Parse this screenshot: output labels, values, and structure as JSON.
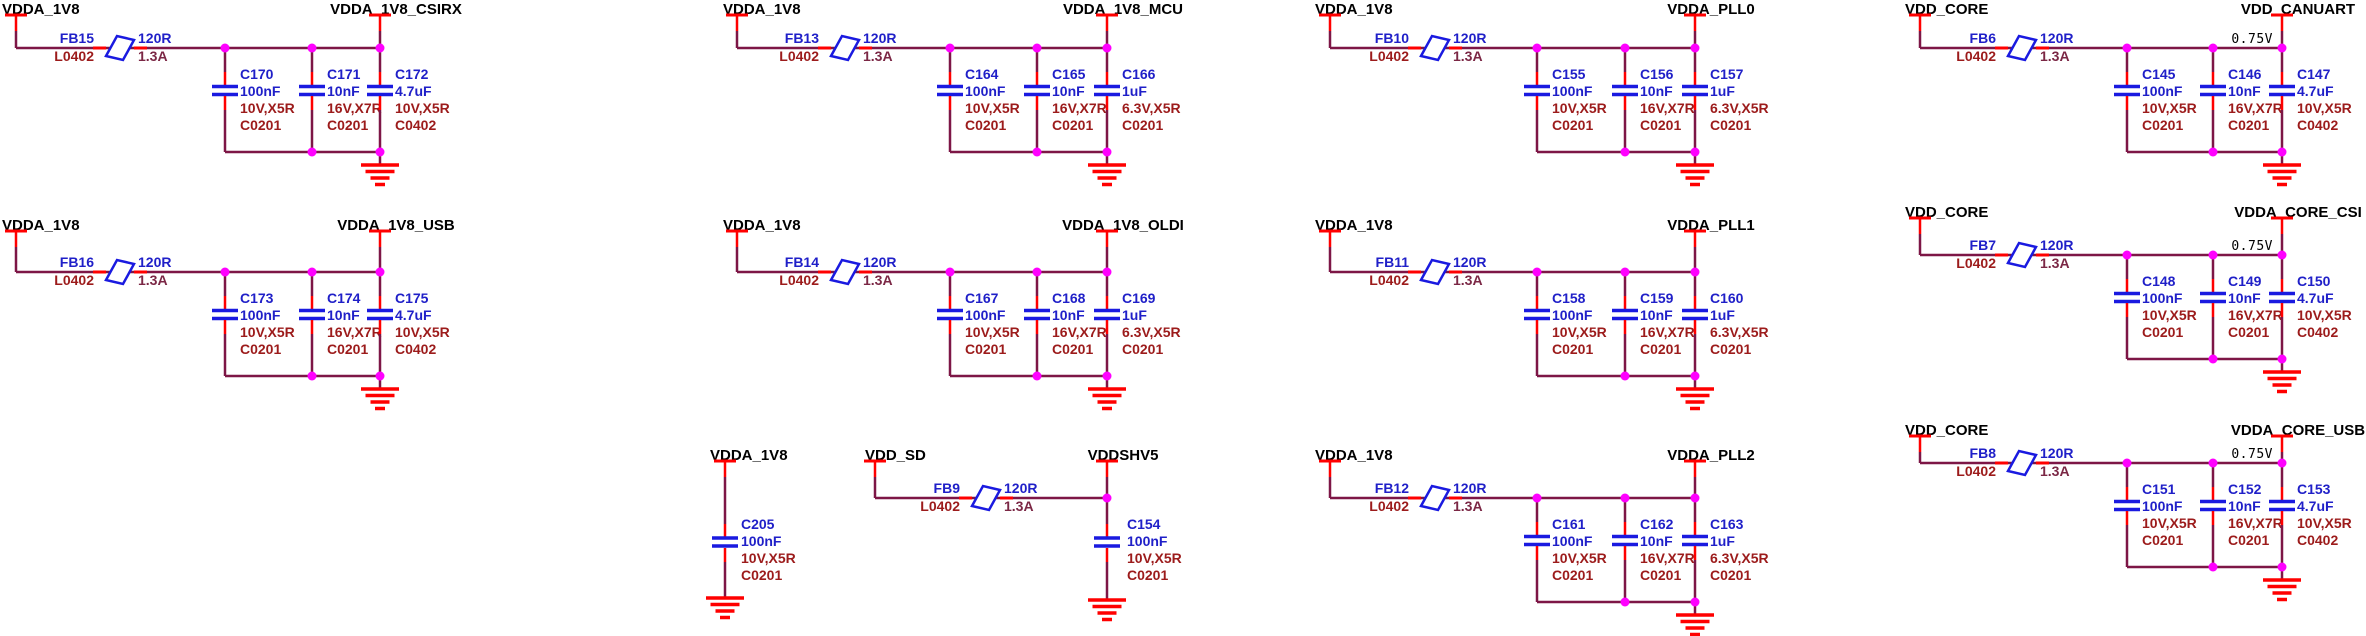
{
  "diagram": {
    "type": "schematic",
    "colors": {
      "background": "#FFFFFF",
      "wire": "#7D1646",
      "pin_red": "#FF0000",
      "symbol_blue": "#1A1AE0",
      "ref_text_blue": "#1F1FC8",
      "attr_text_red": "#9C1B1B",
      "current_text": "#7B2745",
      "net_label": "#000000",
      "junction_dot": "#FF00FF"
    }
  },
  "blocks": [
    {
      "power_net": "VDDA_1V8",
      "out_net": "VDDA_1V8_CSIRX",
      "ferrite": {
        "ref": "FB15",
        "package": "L0402",
        "resistance": "120R",
        "current": "1.3A"
      },
      "caps": [
        {
          "ref": "C170",
          "value": "100nF",
          "rating": "10V,X5R",
          "package": "C0201"
        },
        {
          "ref": "C171",
          "value": "10nF",
          "rating": "16V,X7R",
          "package": "C0201"
        },
        {
          "ref": "C172",
          "value": "4.7uF",
          "rating": "10V,X5R",
          "package": "C0402"
        }
      ]
    },
    {
      "power_net": "VDDA_1V8",
      "out_net": "VDDA_1V8_MCU",
      "ferrite": {
        "ref": "FB13",
        "package": "L0402",
        "resistance": "120R",
        "current": "1.3A"
      },
      "caps": [
        {
          "ref": "C164",
          "value": "100nF",
          "rating": "10V,X5R",
          "package": "C0201"
        },
        {
          "ref": "C165",
          "value": "10nF",
          "rating": "16V,X7R",
          "package": "C0201"
        },
        {
          "ref": "C166",
          "value": "1uF",
          "rating": "6.3V,X5R",
          "package": "C0201"
        }
      ]
    },
    {
      "power_net": "VDDA_1V8",
      "out_net": "VDDA_PLL0",
      "ferrite": {
        "ref": "FB10",
        "package": "L0402",
        "resistance": "120R",
        "current": "1.3A"
      },
      "caps": [
        {
          "ref": "C155",
          "value": "100nF",
          "rating": "10V,X5R",
          "package": "C0201"
        },
        {
          "ref": "C156",
          "value": "10nF",
          "rating": "16V,X7R",
          "package": "C0201"
        },
        {
          "ref": "C157",
          "value": "1uF",
          "rating": "6.3V,X5R",
          "package": "C0201"
        }
      ]
    },
    {
      "power_net": "VDD_CORE",
      "out_net": "VDD_CANUART",
      "voltage": "0.75V",
      "ferrite": {
        "ref": "FB6",
        "package": "L0402",
        "resistance": "120R",
        "current": "1.3A"
      },
      "caps": [
        {
          "ref": "C145",
          "value": "100nF",
          "rating": "10V,X5R",
          "package": "C0201"
        },
        {
          "ref": "C146",
          "value": "10nF",
          "rating": "16V,X7R",
          "package": "C0201"
        },
        {
          "ref": "C147",
          "value": "4.7uF",
          "rating": "10V,X5R",
          "package": "C0402"
        }
      ]
    },
    {
      "power_net": "VDDA_1V8",
      "out_net": "VDDA_1V8_USB",
      "ferrite": {
        "ref": "FB16",
        "package": "L0402",
        "resistance": "120R",
        "current": "1.3A"
      },
      "caps": [
        {
          "ref": "C173",
          "value": "100nF",
          "rating": "10V,X5R",
          "package": "C0201"
        },
        {
          "ref": "C174",
          "value": "10nF",
          "rating": "16V,X7R",
          "package": "C0201"
        },
        {
          "ref": "C175",
          "value": "4.7uF",
          "rating": "10V,X5R",
          "package": "C0402"
        }
      ]
    },
    {
      "power_net": "VDDA_1V8",
      "out_net": "VDDA_1V8_OLDI",
      "ferrite": {
        "ref": "FB14",
        "package": "L0402",
        "resistance": "120R",
        "current": "1.3A"
      },
      "caps": [
        {
          "ref": "C167",
          "value": "100nF",
          "rating": "10V,X5R",
          "package": "C0201"
        },
        {
          "ref": "C168",
          "value": "10nF",
          "rating": "16V,X7R",
          "package": "C0201"
        },
        {
          "ref": "C169",
          "value": "1uF",
          "rating": "6.3V,X5R",
          "package": "C0201"
        }
      ]
    },
    {
      "power_net": "VDDA_1V8",
      "out_net": "VDDA_PLL1",
      "ferrite": {
        "ref": "FB11",
        "package": "L0402",
        "resistance": "120R",
        "current": "1.3A"
      },
      "caps": [
        {
          "ref": "C158",
          "value": "100nF",
          "rating": "10V,X5R",
          "package": "C0201"
        },
        {
          "ref": "C159",
          "value": "10nF",
          "rating": "16V,X7R",
          "package": "C0201"
        },
        {
          "ref": "C160",
          "value": "1uF",
          "rating": "6.3V,X5R",
          "package": "C0201"
        }
      ]
    },
    {
      "power_net": "VDD_CORE",
      "out_net": "VDDA_CORE_CSI",
      "voltage": "0.75V",
      "ferrite": {
        "ref": "FB7",
        "package": "L0402",
        "resistance": "120R",
        "current": "1.3A"
      },
      "caps": [
        {
          "ref": "C148",
          "value": "100nF",
          "rating": "10V,X5R",
          "package": "C0201"
        },
        {
          "ref": "C149",
          "value": "10nF",
          "rating": "16V,X7R",
          "package": "C0201"
        },
        {
          "ref": "C150",
          "value": "4.7uF",
          "rating": "10V,X5R",
          "package": "C0402"
        }
      ]
    },
    {
      "power_net": "VDDA_1V8",
      "caps": [
        {
          "ref": "C205",
          "value": "100nF",
          "rating": "10V,X5R",
          "package": "C0201"
        }
      ]
    },
    {
      "power_net": "VDD_SD",
      "out_net": "VDDSHV5",
      "ferrite": {
        "ref": "FB9",
        "package": "L0402",
        "resistance": "120R",
        "current": "1.3A"
      },
      "caps": [
        {
          "ref": "C154",
          "value": "100nF",
          "rating": "10V,X5R",
          "package": "C0201"
        }
      ]
    },
    {
      "power_net": "VDDA_1V8",
      "out_net": "VDDA_PLL2",
      "ferrite": {
        "ref": "FB12",
        "package": "L0402",
        "resistance": "120R",
        "current": "1.3A"
      },
      "caps": [
        {
          "ref": "C161",
          "value": "100nF",
          "rating": "10V,X5R",
          "package": "C0201"
        },
        {
          "ref": "C162",
          "value": "10nF",
          "rating": "16V,X7R",
          "package": "C0201"
        },
        {
          "ref": "C163",
          "value": "1uF",
          "rating": "6.3V,X5R",
          "package": "C0201"
        }
      ]
    },
    {
      "power_net": "VDD_CORE",
      "out_net": "VDDA_CORE_USB",
      "voltage": "0.75V",
      "ferrite": {
        "ref": "FB8",
        "package": "L0402",
        "resistance": "120R",
        "current": "1.3A"
      },
      "caps": [
        {
          "ref": "C151",
          "value": "100nF",
          "rating": "10V,X5R",
          "package": "C0201"
        },
        {
          "ref": "C152",
          "value": "10nF",
          "rating": "16V,X7R",
          "package": "C0201"
        },
        {
          "ref": "C153",
          "value": "4.7uF",
          "rating": "10V,X5R",
          "package": "C0402"
        }
      ]
    }
  ]
}
